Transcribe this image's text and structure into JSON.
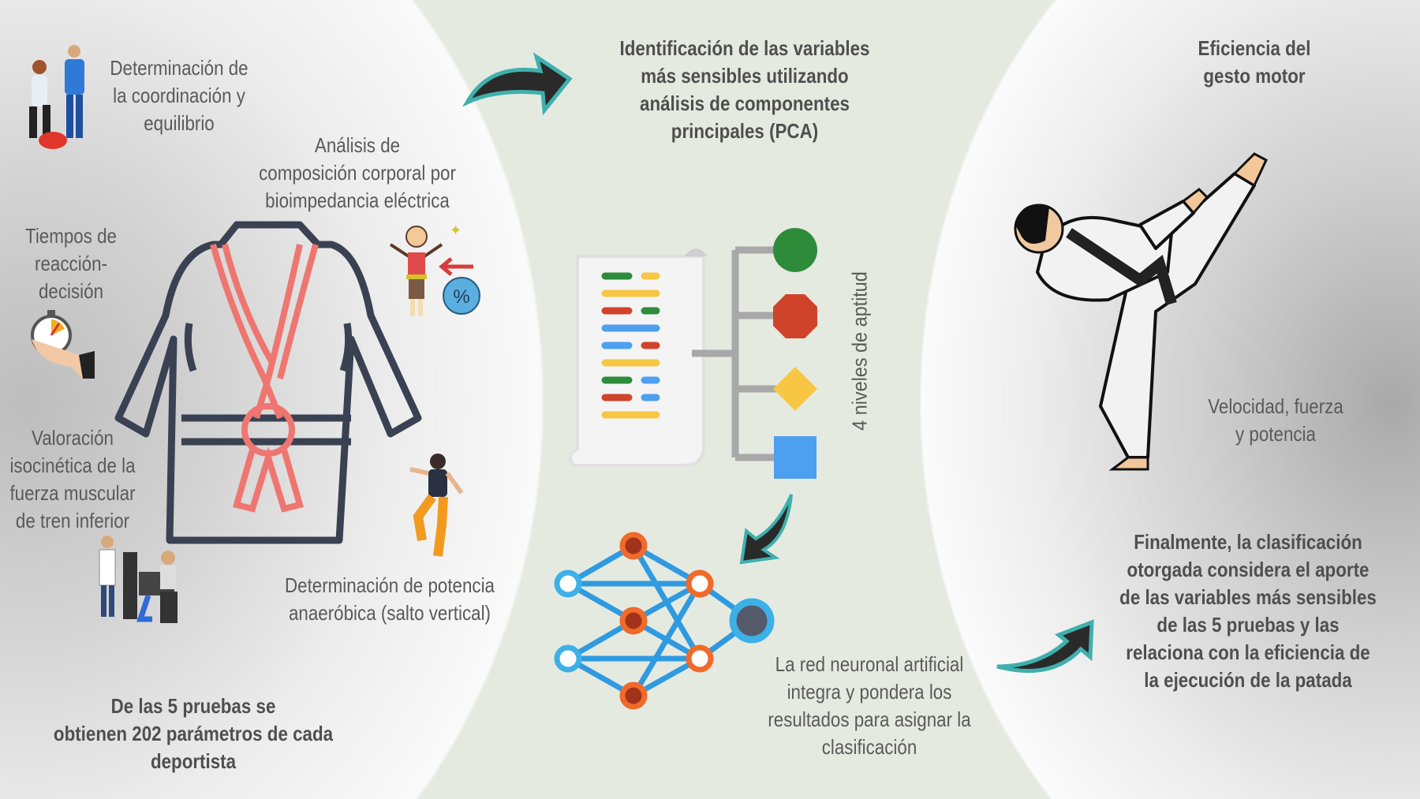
{
  "left_panel": {
    "coordination": [
      "Determinación de",
      "la coordinación y",
      "equilibrio"
    ],
    "body_composition": [
      "Análisis de",
      "composición corporal por",
      "bioimpedancia eléctrica"
    ],
    "reaction_time": [
      "Tiempos de",
      "reacción-",
      "decisión"
    ],
    "isokinetic": [
      "Valoración",
      "isocinética de la",
      "fuerza muscular",
      "de tren inferior"
    ],
    "anaerobic_power": [
      "Determinación de potencia",
      "anaeróbica (salto vertical)"
    ],
    "summary": [
      "De las 5 pruebas se",
      "obtienen 202 parámetros de cada",
      "deportista"
    ]
  },
  "center_panel": {
    "pca_heading": [
      "Identificación de las variables",
      "más sensibles utilizando",
      "análisis de componentes",
      "principales (PCA)"
    ],
    "levels_label": "4 niveles de aptitud",
    "percent_symbol": "%",
    "ann_text": [
      "La red neuronal artificial",
      "integra y pondera los",
      "resultados para asignar la",
      "clasificación"
    ]
  },
  "right_panel": {
    "efficiency_heading": [
      "Eficiencia del",
      "gesto motor"
    ],
    "attributes": [
      "Velocidad, fuerza",
      "y potencia"
    ],
    "conclusion": [
      "Finalmente, la clasificación",
      "otorgada considera el aporte",
      "de las variables más sensibles",
      "de las 5 pruebas y las",
      "relaciona con la eficiencia de",
      "la ejecución de la patada"
    ]
  },
  "colors": {
    "background": "#e5eae1",
    "gi_outline": "#3a4152",
    "belt": "#ef7670",
    "arrow_teal": "#3fb0ad",
    "green": "#2e8b3a",
    "red": "#d0432b",
    "yellow": "#f7c744",
    "blue": "#4d9ff0",
    "node_orange": "#f06a2a",
    "node_blue": "#3eb0e8"
  }
}
